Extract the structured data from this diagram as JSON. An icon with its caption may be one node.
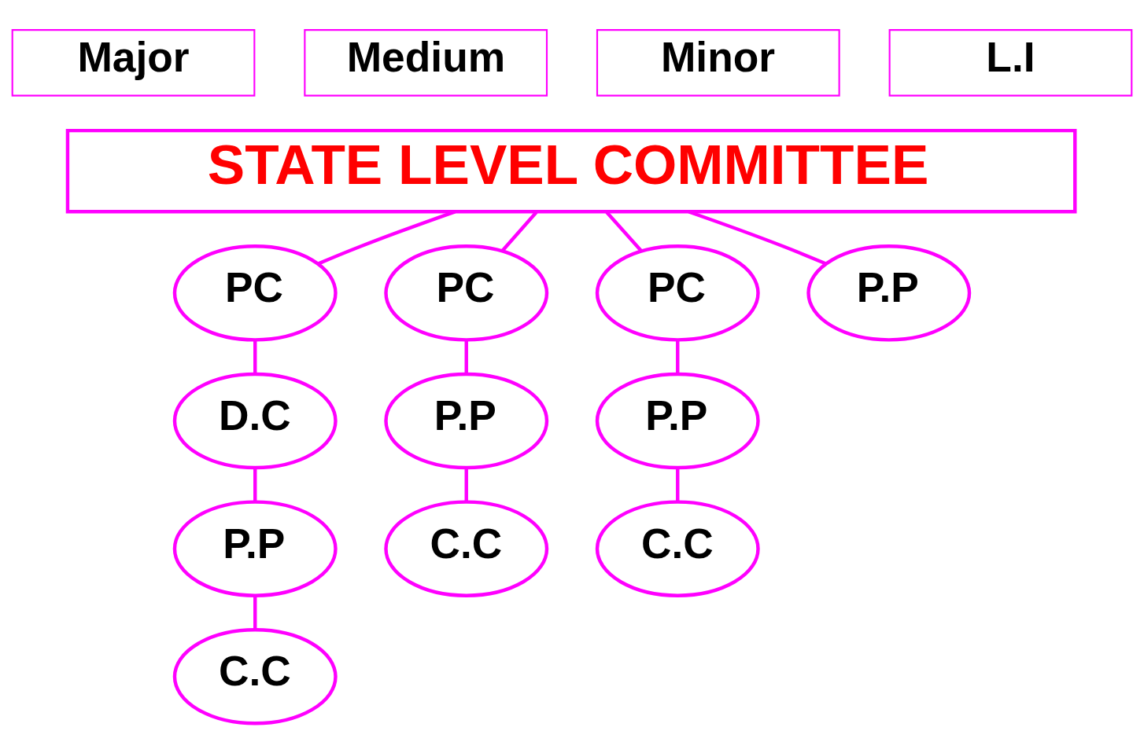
{
  "diagram": {
    "nodes": [
      {
        "text": [
          "Major"
        ]
      },
      {
        "text": [
          "Medium"
        ]
      },
      {
        "text": [
          "Minor"
        ]
      },
      {
        "text": [
          "L.I"
        ]
      },
      {
        "text": [
          "STATE LEVEL COMMITTEE"
        ]
      },
      {
        "text": [
          "PC"
        ]
      },
      {
        "text": [
          "D.C"
        ]
      },
      {
        "text": [
          "P.P"
        ]
      },
      {
        "text": [
          "C.C"
        ]
      },
      {
        "text": [
          "PC"
        ]
      },
      {
        "text": [
          "P.P"
        ]
      },
      {
        "text": [
          "C.C"
        ]
      },
      {
        "text": [
          "PC"
        ]
      },
      {
        "text": [
          "P.P"
        ]
      },
      {
        "text": [
          "C.C"
        ]
      },
      {
        "text": [
          "P.P"
        ]
      }
    ],
    "edges": [
      {
        "from": 4,
        "to": 5,
        "arrow": "none"
      },
      {
        "from": 5,
        "to": 6,
        "arrow": "none"
      },
      {
        "from": 6,
        "to": 7,
        "arrow": "none"
      },
      {
        "from": 7,
        "to": 8,
        "arrow": "none"
      },
      {
        "from": 4,
        "to": 9,
        "arrow": "none"
      },
      {
        "from": 9,
        "to": 10,
        "arrow": "none"
      },
      {
        "from": 10,
        "to": 11,
        "arrow": "none"
      },
      {
        "from": 4,
        "to": 12,
        "arrow": "none"
      },
      {
        "from": 12,
        "to": 13,
        "arrow": "none"
      },
      {
        "from": 13,
        "to": 14,
        "arrow": "none"
      },
      {
        "from": 4,
        "to": 15,
        "arrow": "none"
      }
    ]
  }
}
